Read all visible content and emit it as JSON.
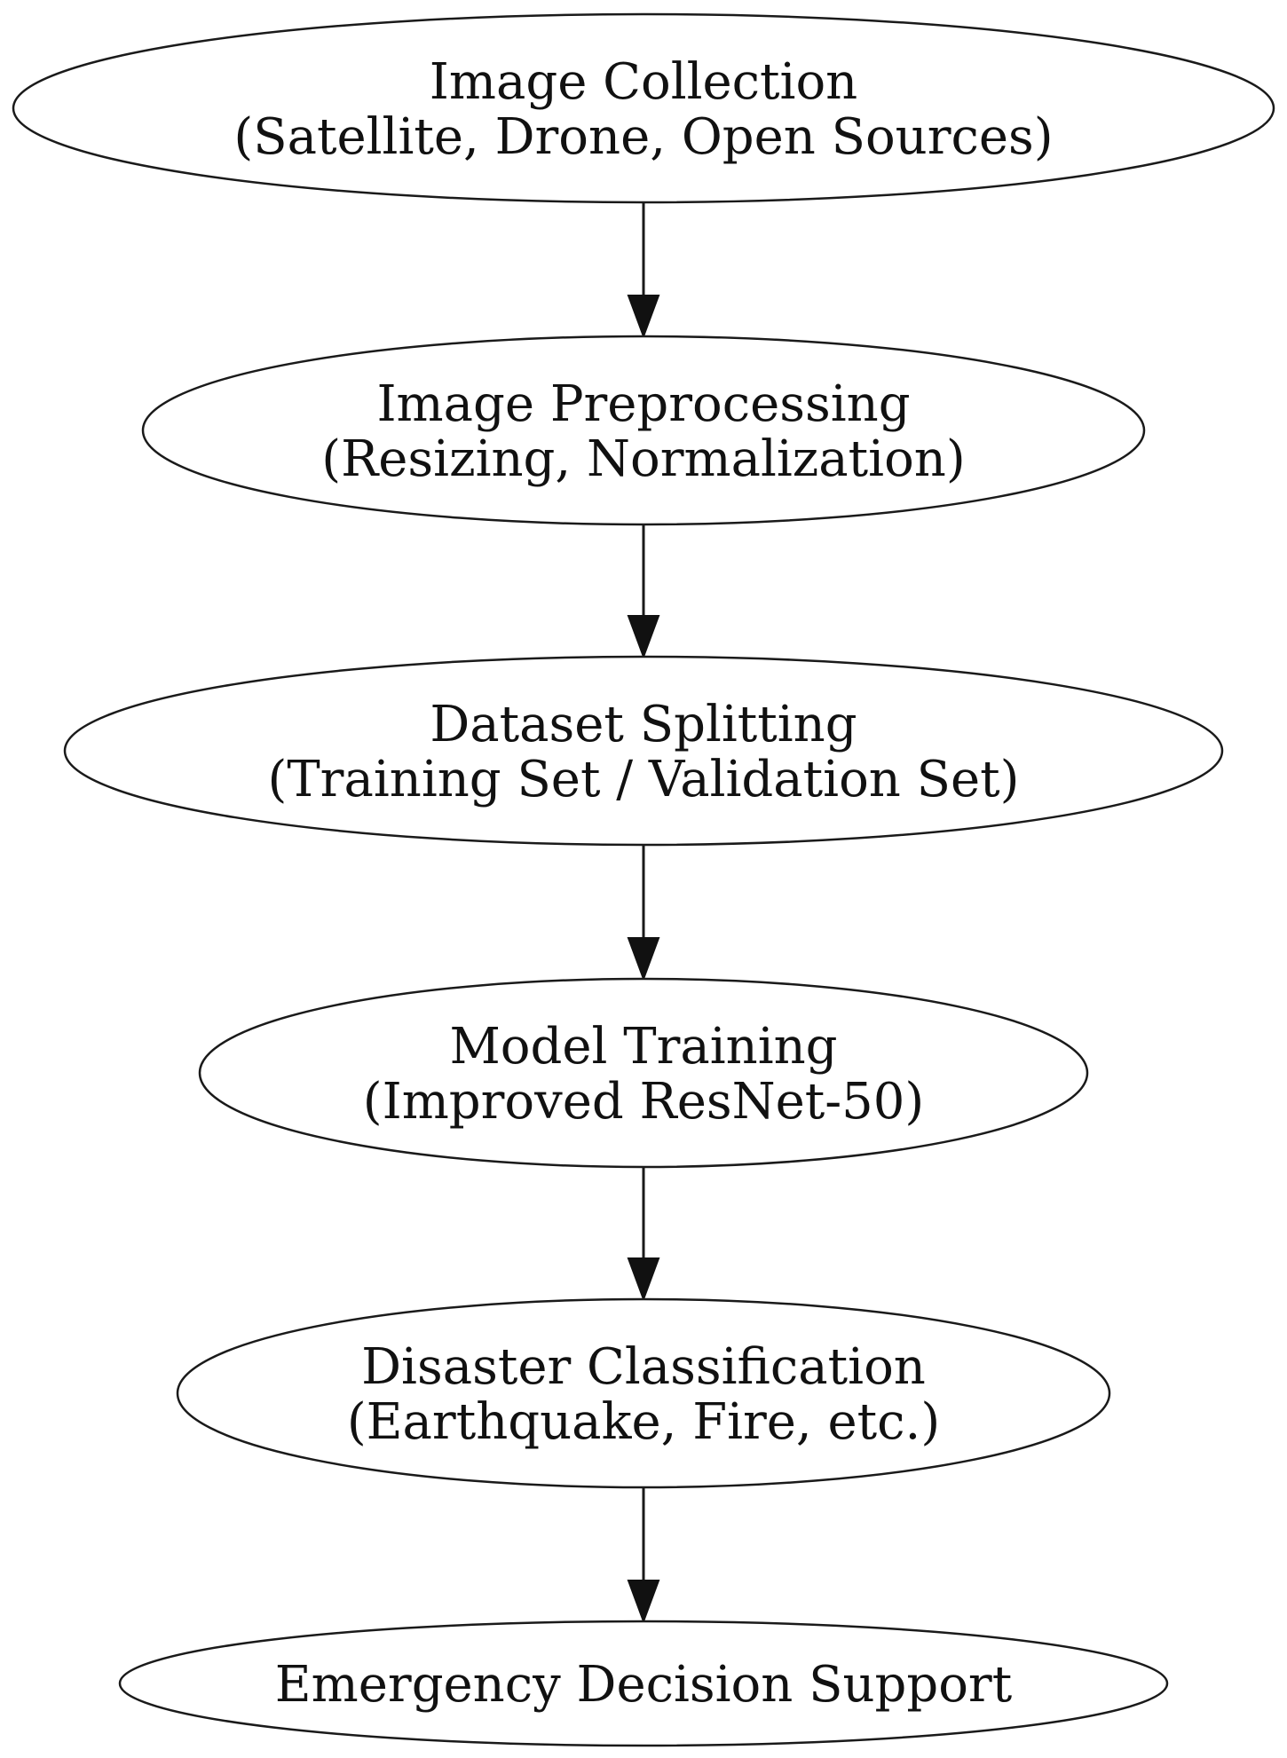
{
  "diagram": {
    "nodes": [
      {
        "id": "image-collection",
        "lines": [
          "Image Collection",
          "(Satellite, Drone, Open Sources)"
        ]
      },
      {
        "id": "image-preprocessing",
        "lines": [
          "Image Preprocessing",
          "(Resizing, Normalization)"
        ]
      },
      {
        "id": "dataset-splitting",
        "lines": [
          "Dataset Splitting",
          "(Training Set / Validation Set)"
        ]
      },
      {
        "id": "model-training",
        "lines": [
          "Model Training",
          "(Improved ResNet-50)"
        ]
      },
      {
        "id": "disaster-classification",
        "lines": [
          "Disaster Classification",
          "(Earthquake, Fire, etc.)"
        ]
      },
      {
        "id": "emergency-decision-support",
        "lines": [
          "Emergency Decision Support"
        ]
      }
    ],
    "edges": [
      {
        "from": "image-collection",
        "to": "image-preprocessing"
      },
      {
        "from": "image-preprocessing",
        "to": "dataset-splitting"
      },
      {
        "from": "dataset-splitting",
        "to": "model-training"
      },
      {
        "from": "model-training",
        "to": "disaster-classification"
      },
      {
        "from": "disaster-classification",
        "to": "emergency-decision-support"
      }
    ]
  }
}
